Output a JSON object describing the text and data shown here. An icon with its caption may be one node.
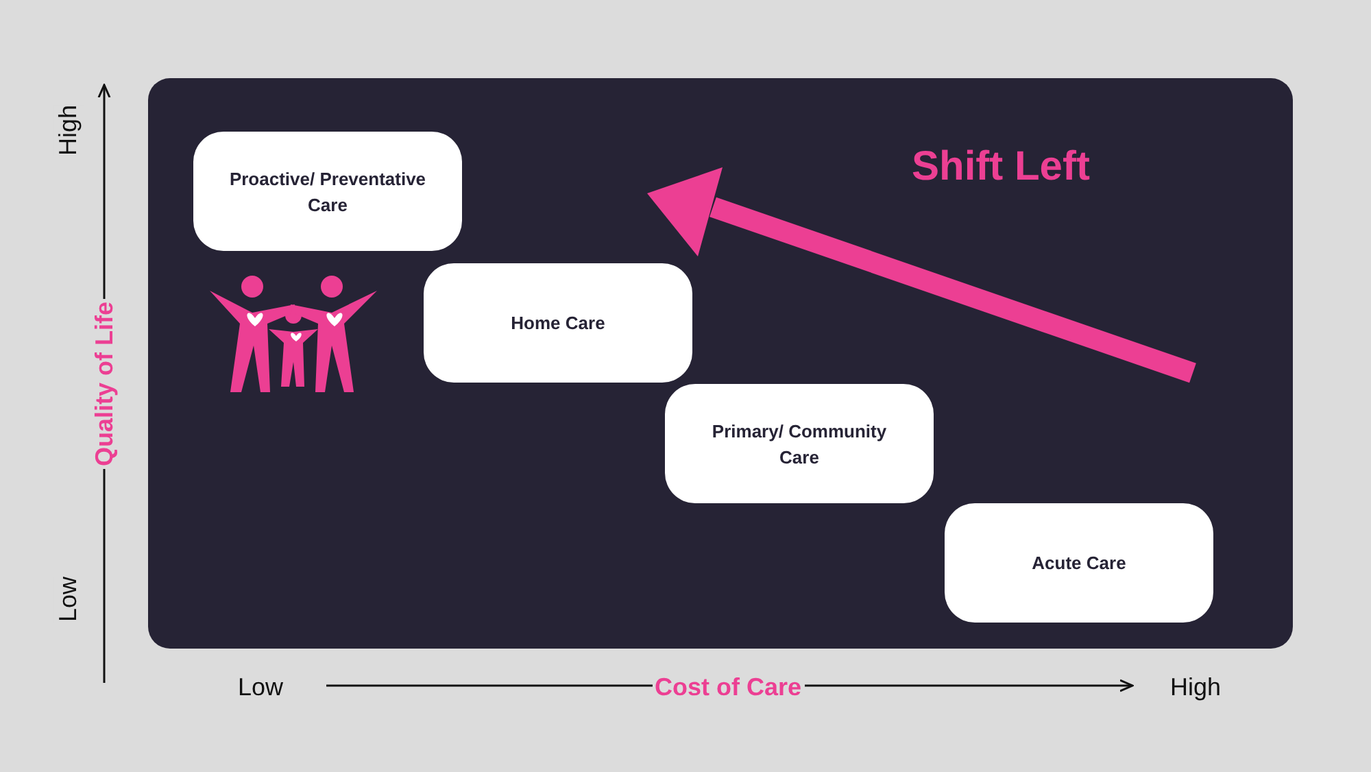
{
  "diagram": {
    "nodes": [
      {
        "text": [
          "Proactive/ Preventative Care"
        ]
      },
      {
        "text": [
          "Home Care"
        ]
      },
      {
        "text": [
          "Primary/ Community Care"
        ]
      },
      {
        "text": [
          "Acute Care"
        ]
      }
    ],
    "edges": [],
    "labels": [
      "High",
      "Shift Left",
      "Quality of Life",
      "Low",
      "Low",
      "Cost of Care",
      "High"
    ]
  }
}
